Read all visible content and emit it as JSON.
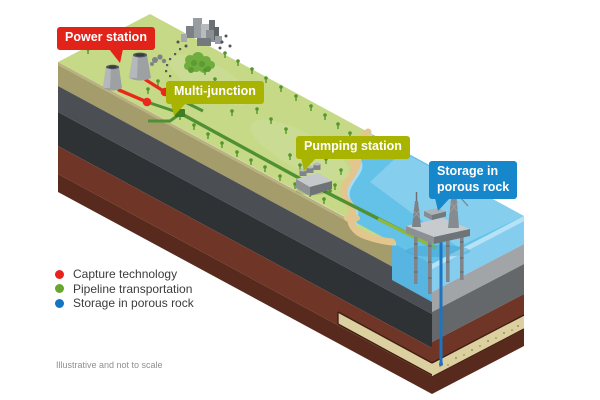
{
  "figure": {
    "callouts": {
      "power_station": {
        "label": "Power station",
        "color": "#e2231a"
      },
      "multi_junction": {
        "label": "Multi-junction",
        "color": "#a9b400"
      },
      "pumping_station": {
        "label": "Pumping station",
        "color": "#a9b400"
      },
      "storage": {
        "label_line1": "Storage in",
        "label_line2": "porous rock",
        "color": "#1787cb"
      }
    },
    "legend": {
      "items": [
        {
          "label": "Capture technology",
          "color": "#e8231e"
        },
        {
          "label": "Pipeline transportation",
          "color": "#69a62c"
        },
        {
          "label": "Storage in porous rock",
          "color": "#1474c4"
        }
      ]
    },
    "footnote": "Illustrative and not to scale",
    "scene_colors": {
      "grass": "#c5d987",
      "sea": "#64c1e8",
      "beach": "#e2c68e",
      "soil": "#a49c6a",
      "cap_rock_dark": "#2f3235",
      "reservoir_brown": "#6f3526",
      "porous_sand": "#ddd0a0",
      "capture_pipe_red": "#e8281d",
      "transport_pipe_green": "#4f9132",
      "injection_pipe_blue": "#1e74c0"
    }
  }
}
